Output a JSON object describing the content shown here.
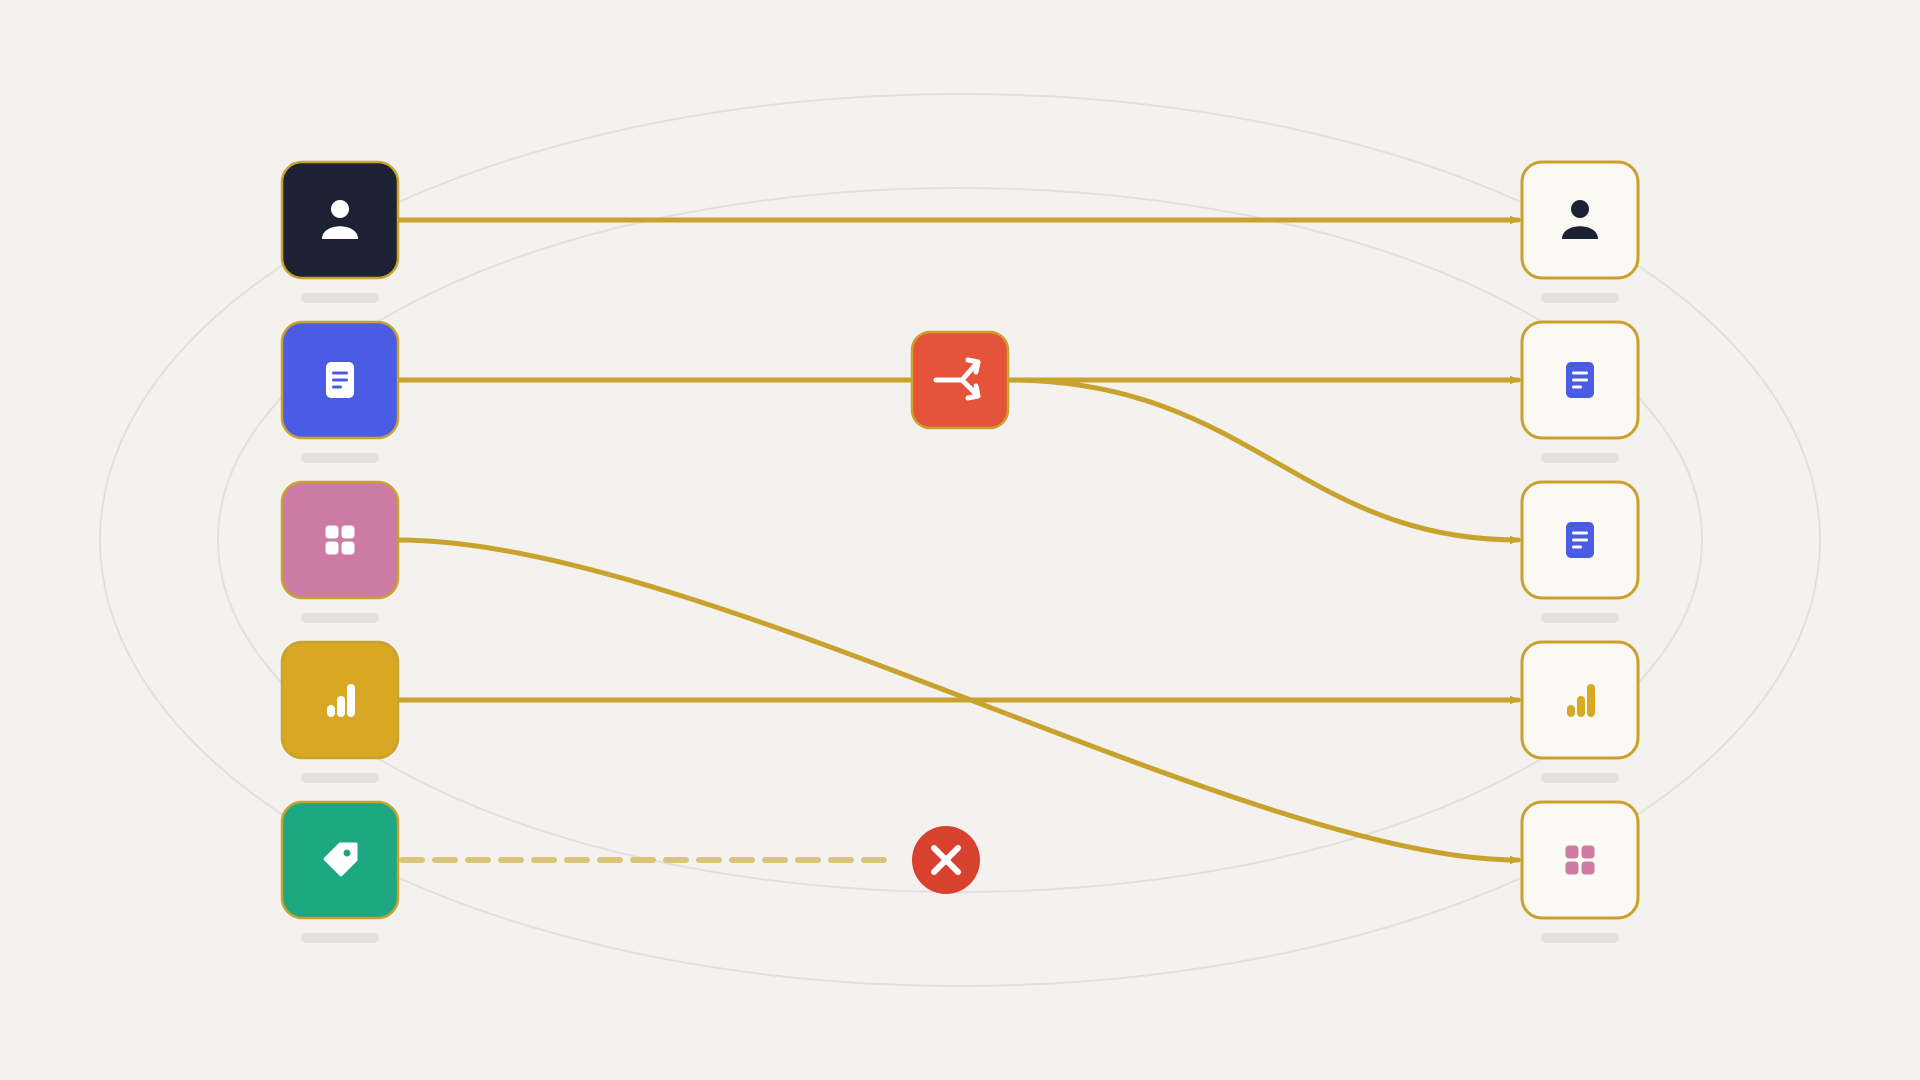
{
  "colors": {
    "background": "#f3f2ee",
    "accent_gold": "#c9a22e",
    "dashed_gold": "#dcc37a",
    "ring": "#e2e0da",
    "placeholder_bar": "#e6e3dc",
    "target_fill": "#fbf9f3",
    "merge_node": "#e5533a",
    "error_node": "#d9412f"
  },
  "sources": [
    {
      "id": "user",
      "icon": "person-icon",
      "fill": "#1c2233",
      "glyph": "#ffffff"
    },
    {
      "id": "document",
      "icon": "document-icon",
      "fill": "#4b5ce4",
      "glyph": "#ffffff"
    },
    {
      "id": "grid",
      "icon": "grid-icon",
      "fill": "#cc7ca4",
      "glyph": "#ffffff"
    },
    {
      "id": "chart",
      "icon": "bar-chart-icon",
      "fill": "#d8a723",
      "glyph": "#ffffff"
    },
    {
      "id": "tag",
      "icon": "tag-icon",
      "fill": "#1ea882",
      "glyph": "#ffffff"
    }
  ],
  "targets": [
    {
      "id": "user",
      "icon": "person-icon",
      "glyph": "#1c2233"
    },
    {
      "id": "document-a",
      "icon": "document-icon",
      "glyph": "#4b5ce4"
    },
    {
      "id": "document-b",
      "icon": "document-icon",
      "glyph": "#4b5ce4"
    },
    {
      "id": "chart",
      "icon": "bar-chart-icon",
      "glyph": "#d8a723"
    },
    {
      "id": "grid",
      "icon": "grid-icon",
      "glyph": "#cc7ca4"
    }
  ],
  "merge_node": {
    "icon": "split-arrows-icon"
  },
  "error_node": {
    "icon": "close-icon"
  },
  "connections": [
    {
      "from": "user",
      "to": "user",
      "style": "solid",
      "via": null
    },
    {
      "from": "document",
      "to": "document-a",
      "style": "solid",
      "via": "merge"
    },
    {
      "from": "merge",
      "to": "document-b",
      "style": "solid",
      "via": null
    },
    {
      "from": "grid",
      "to": "grid",
      "style": "solid",
      "via": null
    },
    {
      "from": "chart",
      "to": "chart",
      "style": "solid",
      "via": null
    },
    {
      "from": "tag",
      "to": "error",
      "style": "dashed",
      "via": null
    }
  ]
}
